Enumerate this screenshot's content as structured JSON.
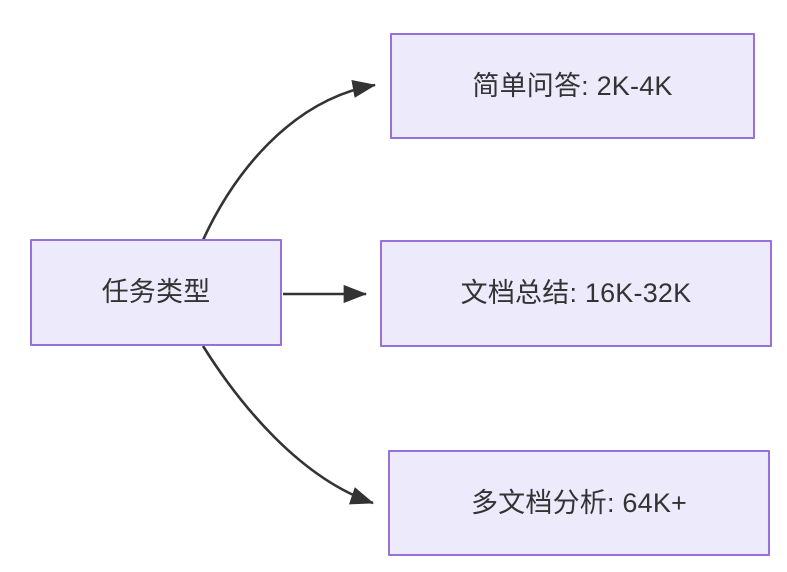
{
  "diagram": {
    "type": "flowchart",
    "direction": "left-to-right",
    "background_color": "#ffffff",
    "node_fill_color": "#ECEAFB",
    "node_border_color": "#9670DB",
    "node_text_color": "#333333",
    "edge_color": "#333333",
    "source": {
      "id": "task-type",
      "label": "任务类型"
    },
    "targets": [
      {
        "id": "simple-qa",
        "label": "简单问答: 2K-4K",
        "edge_style": "curved-up"
      },
      {
        "id": "doc-summary",
        "label": "文档总结: 16K-32K",
        "edge_style": "straight"
      },
      {
        "id": "multi-doc-analysis",
        "label": "多文档分析: 64K+",
        "edge_style": "curved-down"
      }
    ]
  }
}
